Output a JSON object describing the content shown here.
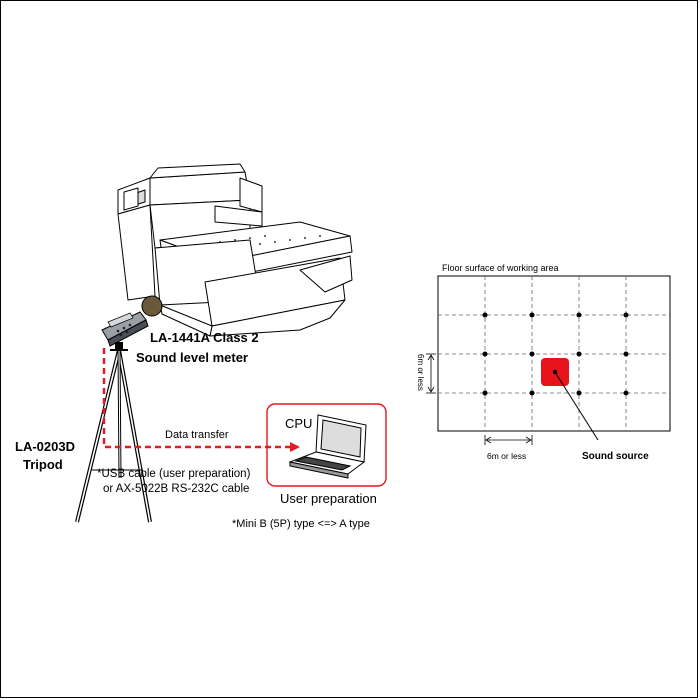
{
  "left": {
    "meter_label_line1": "LA-1441A Class 2",
    "meter_label_line2": "Sound level meter",
    "tripod_label_line1": "LA-0203D",
    "tripod_label_line2": "Tripod",
    "data_transfer": "Data transfer",
    "cpu": "CPU",
    "user_preparation": "User preparation",
    "cable_note_line1": "*USB cable (user preparation)",
    "cable_note_line2": "or  AX-5022B RS-232C cable",
    "mini_b_note": "*Mini B (5P) type <=> A type"
  },
  "right": {
    "floor_title": "Floor surface of working area",
    "vertical_dim": "6m or less",
    "horizontal_dim": "6m or less",
    "sound_source": "Sound source"
  },
  "colors": {
    "accent_red": "#e8141b",
    "cable_red": "#e51b24",
    "grid_dash": "#666666"
  }
}
